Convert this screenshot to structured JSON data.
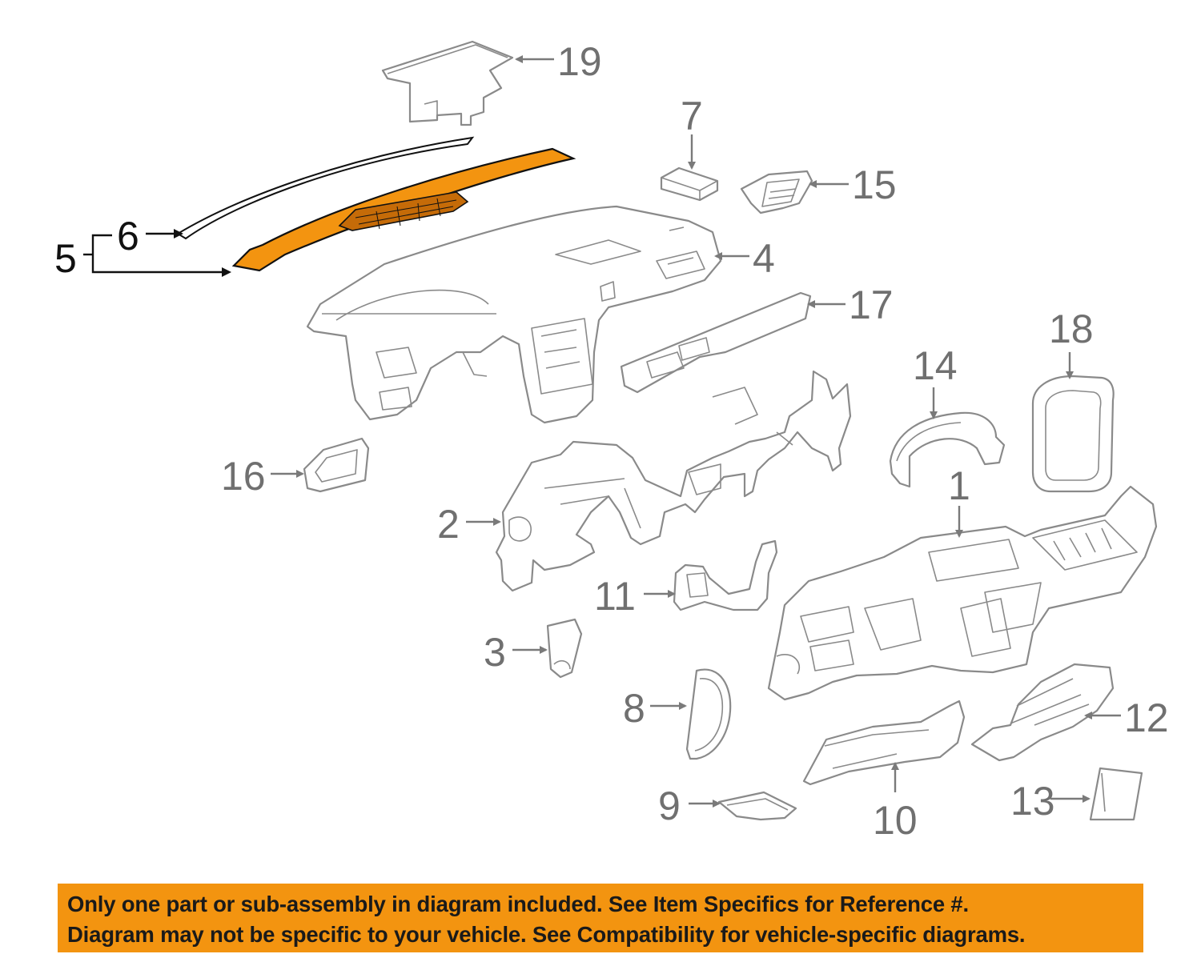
{
  "diagram": {
    "highlight_color": "#f39410",
    "line_color": "#8a8a8a",
    "callouts": {
      "c1": "1",
      "c2": "2",
      "c3": "3",
      "c4": "4",
      "c5": "5",
      "c6": "6",
      "c7": "7",
      "c8": "8",
      "c9": "9",
      "c10": "10",
      "c11": "11",
      "c12": "12",
      "c13": "13",
      "c14": "14",
      "c15": "15",
      "c16": "16",
      "c17": "17",
      "c18": "18",
      "c19": "19"
    }
  },
  "notice": {
    "line1": "Only one part or sub-assembly in diagram included. See Item Specifics for Reference #.",
    "line2": "Diagram may not be specific to your vehicle. See Compatibility for vehicle-specific diagrams.",
    "background": "#f39410"
  }
}
